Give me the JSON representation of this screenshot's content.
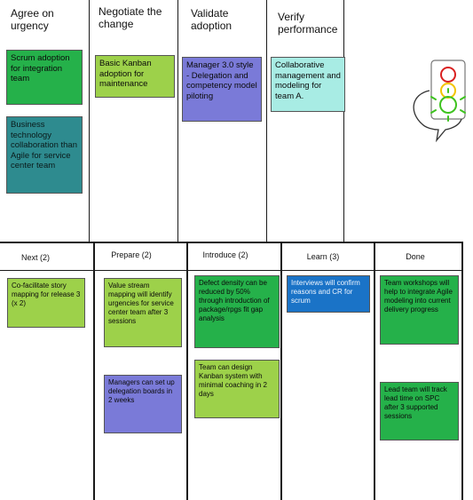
{
  "top_columns": [
    {
      "title": "Agree on urgency"
    },
    {
      "title": "Negotiate the change"
    },
    {
      "title": "Validate adoption"
    },
    {
      "title": "Verify performance"
    }
  ],
  "top_cards": [
    {
      "text": "Scrum adoption for integration team",
      "color": "#25b14a"
    },
    {
      "text": "Business technology collaboration than Agile for service center team",
      "color": "#2e8b8f"
    },
    {
      "text": "Basic Kanban adoption for maintenance",
      "color": "#9dd14a"
    },
    {
      "text": "Manager 3.0 style - Delegation and competency model piloting",
      "color": "#7a7ad8"
    },
    {
      "text": "Collaborative management and modeling for team A.",
      "color": "#a8ece4"
    }
  ],
  "bottom_columns": [
    {
      "title": "Next (2)"
    },
    {
      "title": "Prepare  (2)"
    },
    {
      "title": "Introduce (2)"
    },
    {
      "title": "Learn (3)"
    },
    {
      "title": "Done"
    }
  ],
  "bottom_cards": [
    {
      "text": "Co-facilitate story mapping for release 3 (x 2)",
      "color": "#9dd14a"
    },
    {
      "text": "Value stream mapping will identify urgencies for service center team after 3 sessions",
      "color": "#9dd14a"
    },
    {
      "text": "Managers  can set up delegation boards in 2 weeks",
      "color": "#7a7ad8"
    },
    {
      "text": "Defect density can be reduced by 50% through introduction of package/rpgs fit gap analysis",
      "color": "#25b14a"
    },
    {
      "text": "Team can design Kanban system with minimal coaching in 2 days",
      "color": "#9dd14a"
    },
    {
      "text": "Interviews will confirm reasons and CR for scrum",
      "color": "#1a73c7"
    },
    {
      "text": "Team workshops will help to integrate Agile modeling into current delivery progress",
      "color": "#25b14a"
    },
    {
      "text": "Lead team will track lead time on SPC after 3 supported sessions",
      "color": "#25b14a"
    }
  ],
  "traffic_light": {
    "icon": "traffic-light-icon",
    "colors": [
      "#d92020",
      "#f2c400",
      "#3ec21f"
    ]
  }
}
